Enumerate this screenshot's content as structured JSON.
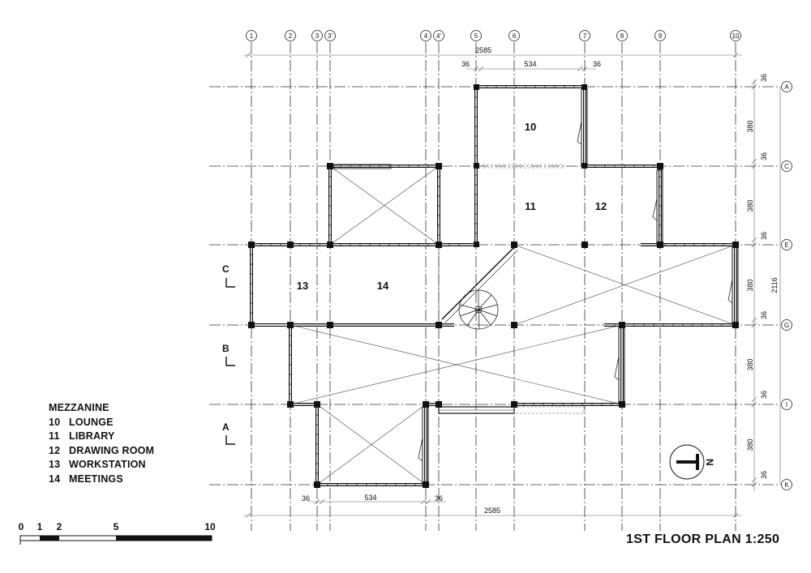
{
  "title": "1ST FLOOR PLAN 1:250",
  "legend": {
    "heading": "MEZZANINE",
    "items": [
      {
        "num": "10",
        "label": "LOUNGE"
      },
      {
        "num": "11",
        "label": "LIBRARY"
      },
      {
        "num": "12",
        "label": "DRAWING ROOM"
      },
      {
        "num": "13",
        "label": "WORKSTATION"
      },
      {
        "num": "14",
        "label": "MEETINGS"
      }
    ]
  },
  "grid_columns": [
    "1",
    "2",
    "3",
    "3'",
    "4",
    "4'",
    "5",
    "6",
    "7",
    "8",
    "9",
    "10"
  ],
  "grid_rows": [
    "A",
    "C",
    "E",
    "G",
    "I",
    "K"
  ],
  "rooms": [
    "10",
    "11",
    "12",
    "13",
    "14"
  ],
  "dimensions": {
    "top_overall": "2585",
    "top_span": "534",
    "top_left_wall": "36",
    "top_right_wall": "36",
    "bottom_overall": "2585",
    "bottom_span": "534",
    "bottom_left_wall": "36",
    "bottom_right_wall": "36",
    "right_bays": [
      "380",
      "380",
      "380",
      "380",
      "380"
    ],
    "right_walls": [
      "36",
      "36",
      "36",
      "36",
      "36",
      "36"
    ],
    "right_overall": "2116"
  },
  "section_marks": [
    "C",
    "B",
    "A"
  ],
  "north": "N",
  "scale_bar": {
    "ticks": [
      "0",
      "1",
      "2",
      "5",
      "10"
    ]
  },
  "colors": {
    "ink": "#111111",
    "grid": "#333333",
    "dim": "#666666"
  }
}
